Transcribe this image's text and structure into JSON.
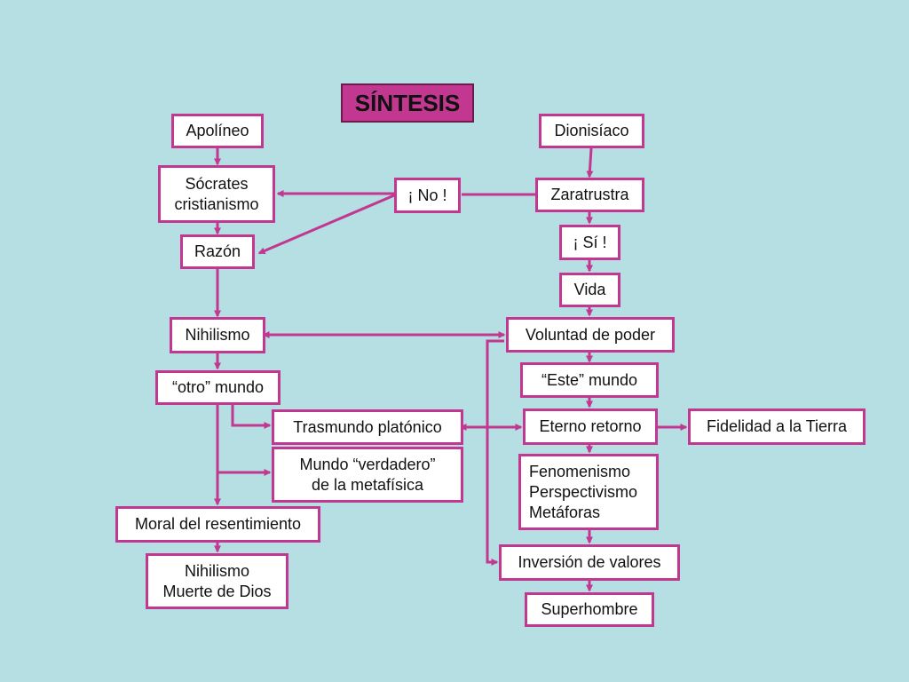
{
  "title": "SÍNTESIS",
  "colors": {
    "background": "#b5dfe2",
    "accent": "#c2378f",
    "box_fill": "#ffffff"
  },
  "nodes": {
    "apolineo": "Apolíneo",
    "dionisiaco": "Dionisíaco",
    "socrates": "Sócrates\ncristianismo",
    "no": "¡ No !",
    "zaratustra": "Zaratrustra",
    "razon": "Razón",
    "si": "¡ Sí !",
    "vida": "Vida",
    "nihilismo": "Nihilismo",
    "voluntad": "Voluntad de poder",
    "otro_mundo": "“otro” mundo",
    "este_mundo": "“Este” mundo",
    "trasmundo": "Trasmundo platónico",
    "eterno": "Eterno retorno",
    "fidelidad": "Fidelidad a la Tierra",
    "mundo_verdadero": "Mundo “verdadero”\nde la metafísica",
    "fenomenismo": "Fenomenismo\nPerspectivismo\nMetáforas",
    "moral": "Moral del resentimiento",
    "inversion": "Inversión de valores",
    "nihilismo_muerte": "Nihilismo\nMuerte de Dios",
    "superhombre": "Superhombre"
  }
}
